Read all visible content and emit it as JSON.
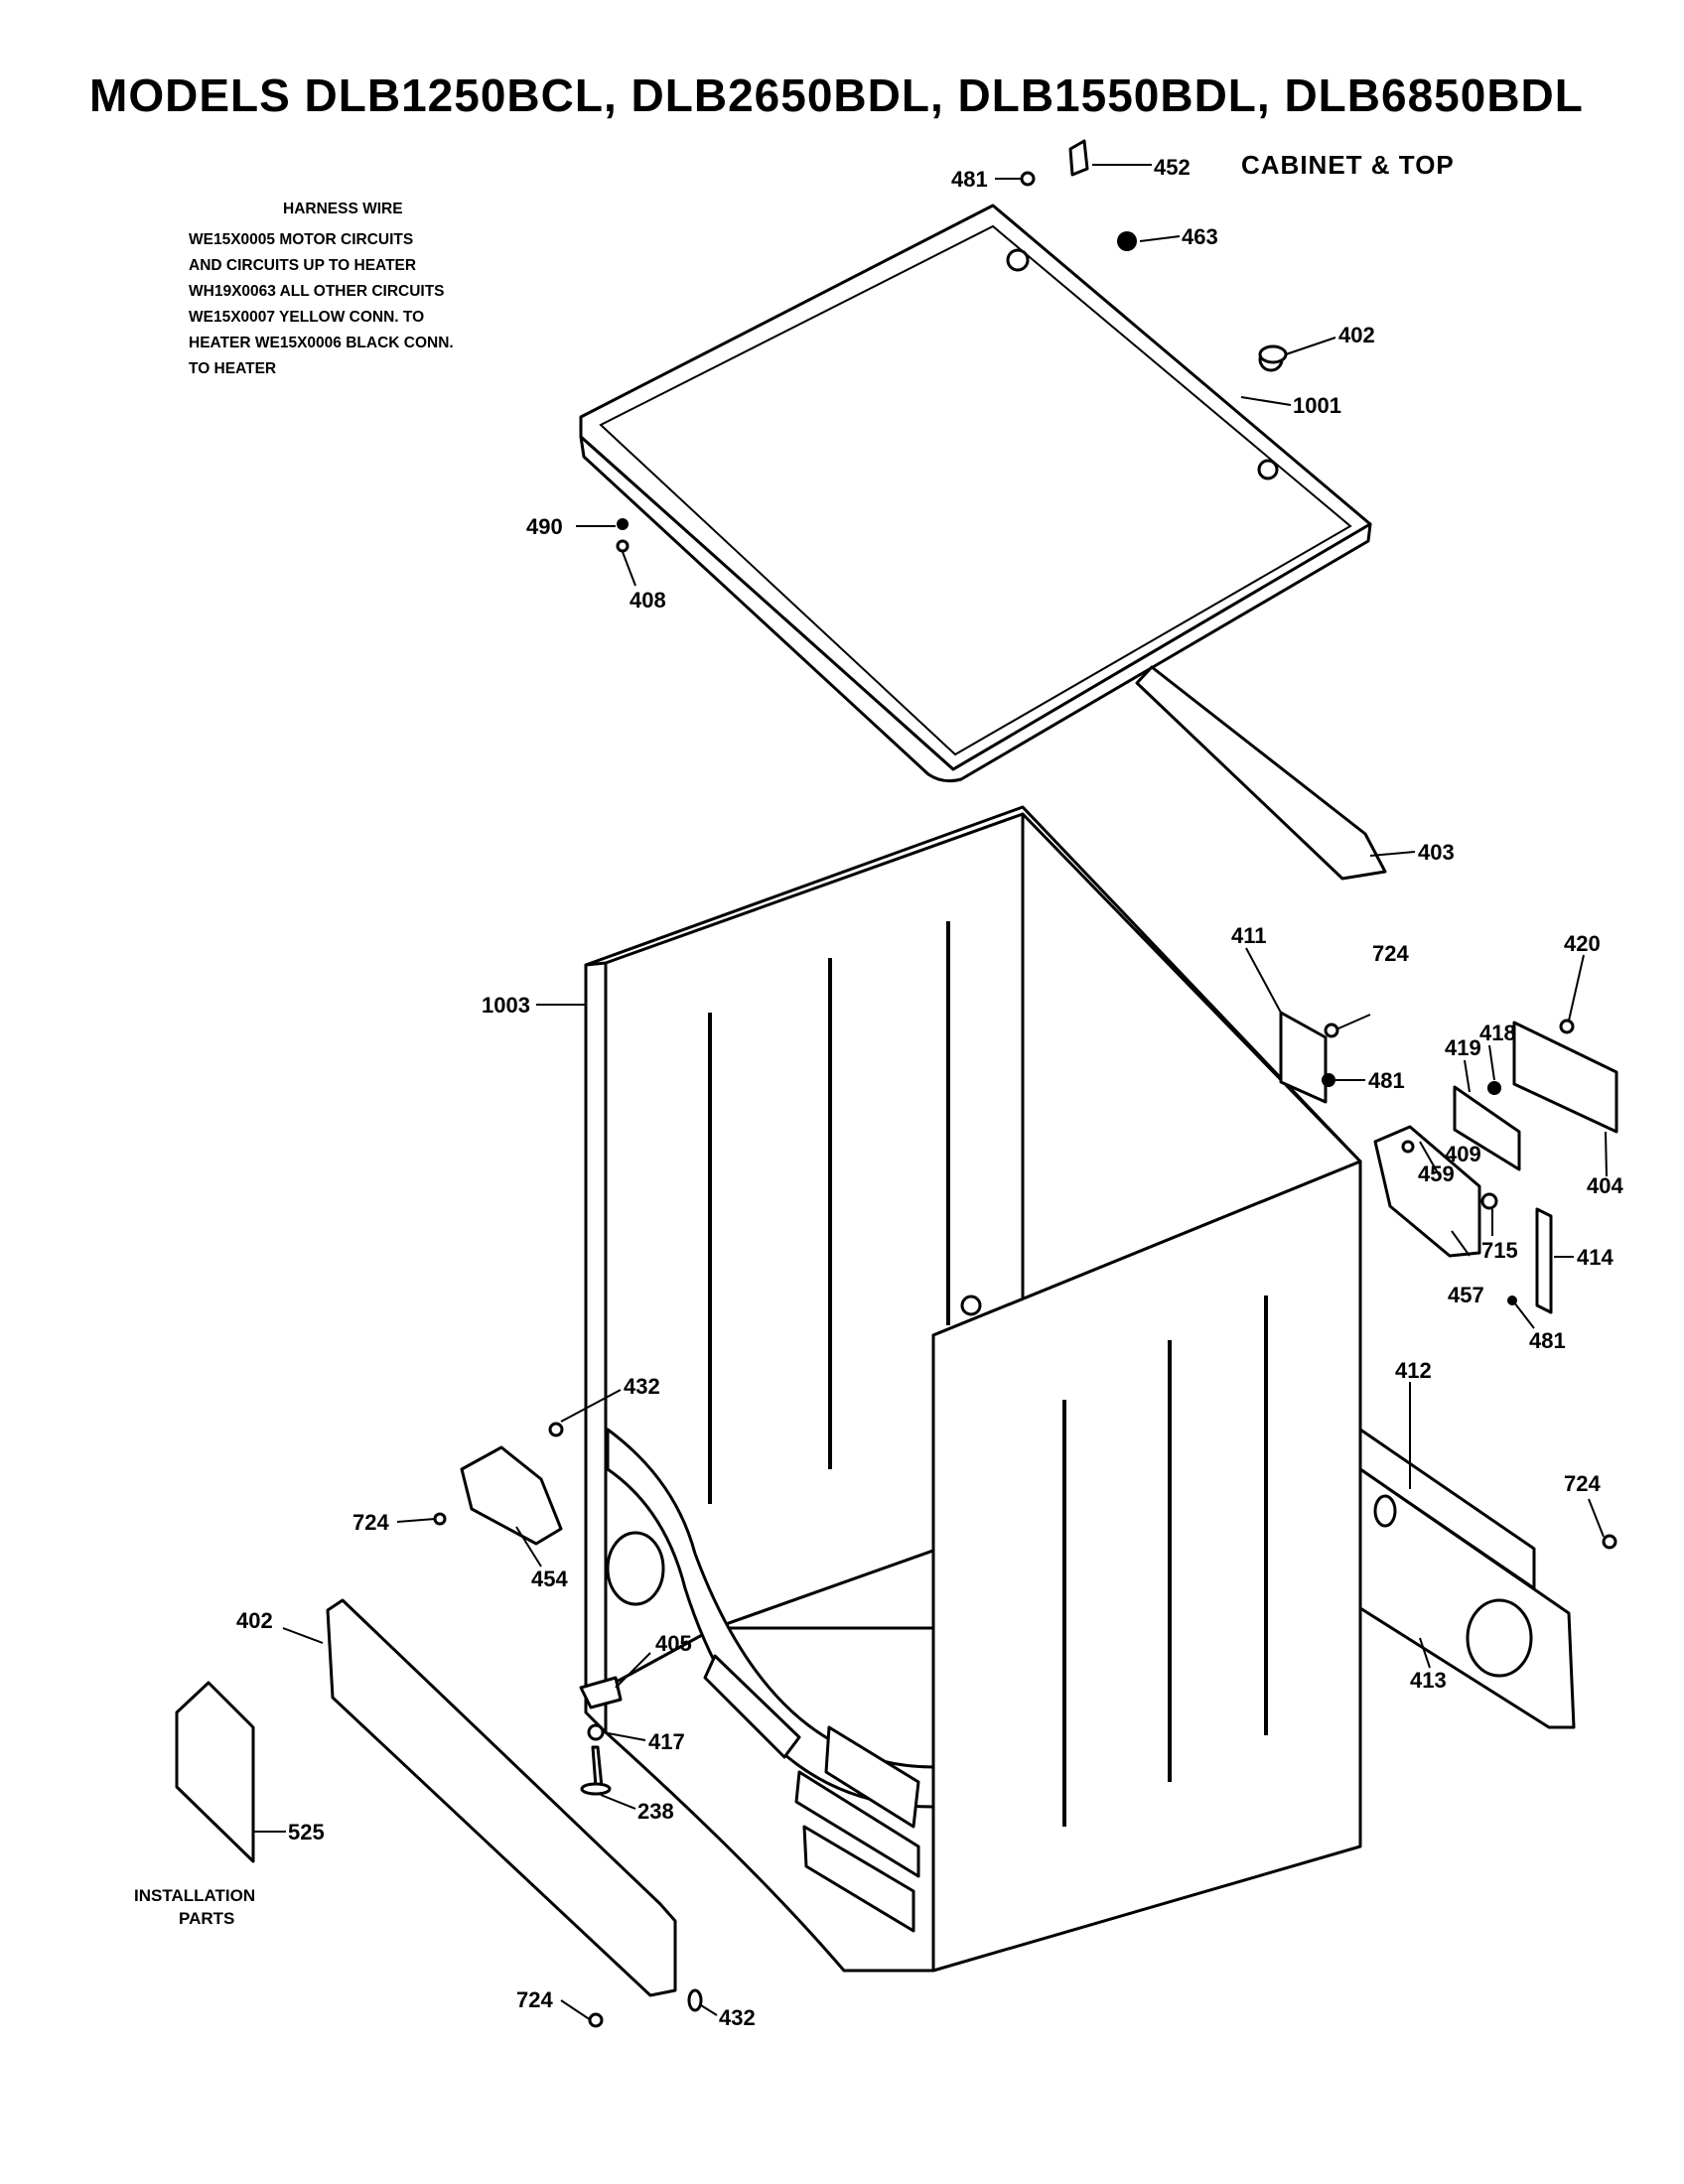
{
  "title": "MODELS DLB1250BCL, DLB2650BDL, DLB1550BDL, DLB6850BDL",
  "section": "CABINET & TOP",
  "note": {
    "heading": "HARNESS WIRE",
    "lines": [
      "WE15X0005 MOTOR CIRCUITS",
      "AND CIRCUITS UP TO HEATER",
      "WH19X0063 ALL OTHER CIRCUITS",
      "WE15X0007 YELLOW CONN. TO",
      "HEATER WE15X0006 BLACK CONN.",
      "TO HEATER"
    ]
  },
  "install": {
    "line1": "INSTALLATION",
    "line2": "PARTS"
  },
  "labels": {
    "l_481_top": "481",
    "l_452": "452",
    "l_463": "463",
    "l_402_top": "402",
    "l_1001": "1001",
    "l_490": "490",
    "l_408": "408",
    "l_403": "403",
    "l_1003": "1003",
    "l_411": "411",
    "l_724_a": "724",
    "l_481_mid": "481",
    "l_420": "420",
    "l_418": "418",
    "l_419": "419",
    "l_409": "409",
    "l_459": "459",
    "l_404": "404",
    "l_715": "715",
    "l_414": "414",
    "l_457": "457",
    "l_481_low": "481",
    "l_412": "412",
    "l_724_b": "724",
    "l_413": "413",
    "l_432_a": "432",
    "l_724_c": "724",
    "l_454": "454",
    "l_402_low": "402",
    "l_405": "405",
    "l_417": "417",
    "l_238": "238",
    "l_525": "525",
    "l_724_d": "724",
    "l_432_b": "432"
  }
}
